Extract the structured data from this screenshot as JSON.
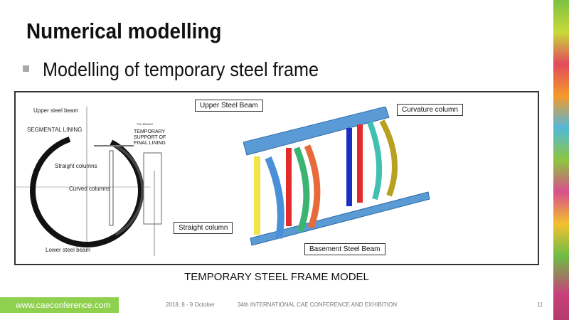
{
  "slide": {
    "title": "Numerical modelling",
    "bullet": "Modelling of temporary steel frame",
    "caption": "TEMPORARY STEEL FRAME MODEL"
  },
  "drawing": {
    "labels": [
      "Upper steel beam",
      "SEGMENTAL LINING",
      "Straight columns",
      "Curved columns",
      "Lower steel beam",
      "TOLLERANCE",
      "TEMPORARY SUPPORT OF FINAL LINING"
    ]
  },
  "model": {
    "upper_beam": "Upper Steel Beam",
    "curvature_column": "Curvature column",
    "straight_column": "Straight column",
    "basement_beam": "Basement Steel Beam"
  },
  "footer": {
    "url": "www.caeconference.com",
    "date": "2018, 8 - 9 October",
    "event": "34th INTERNATIONAL CAE CONFERENCE AND EXHIBITION",
    "page": "11"
  }
}
